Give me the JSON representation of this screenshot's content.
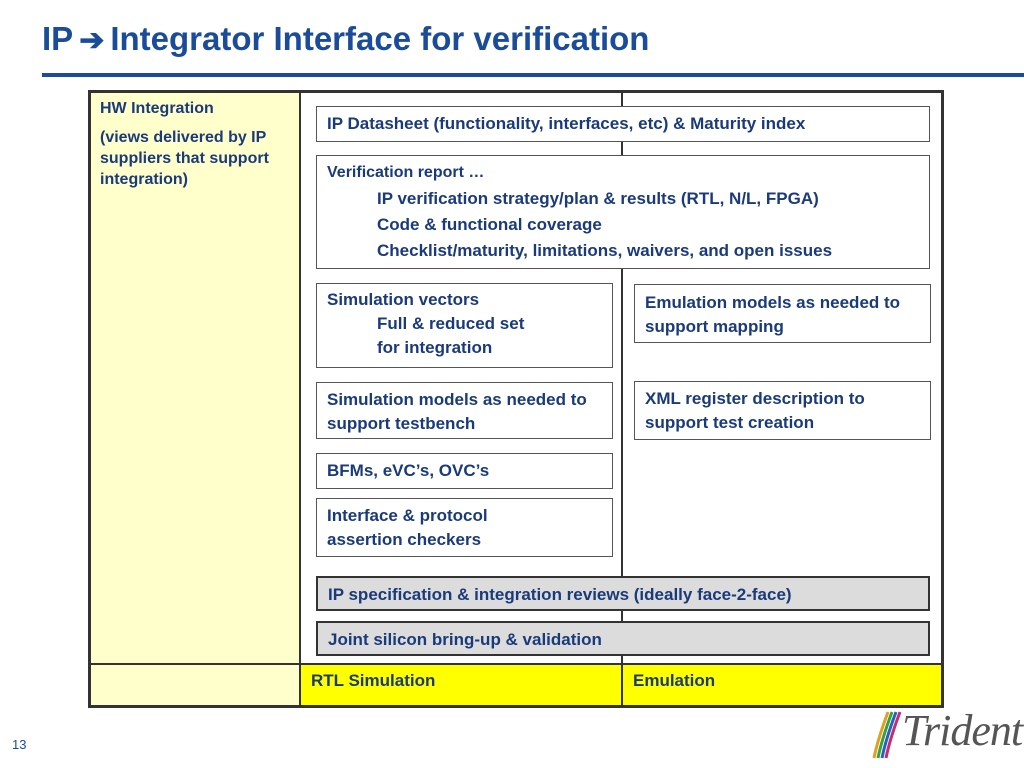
{
  "slide": {
    "title_left": "IP",
    "title_right": "Integrator Interface for verification",
    "page_number": "13"
  },
  "left_column": {
    "heading": "HW Integration",
    "description": "(views delivered by IP suppliers that support integration)"
  },
  "boxes": {
    "datasheet": "IP Datasheet (functionality, interfaces, etc) & Maturity index",
    "verification_report": {
      "heading": "Verification report …",
      "items": [
        "IP verification strategy/plan & results (RTL, N/L, FPGA)",
        "Code & functional coverage",
        "Checklist/maturity, limitations,  waivers, and open issues"
      ]
    },
    "simulation_vectors": {
      "heading": "Simulation vectors",
      "items": [
        "Full & reduced set",
        "for integration"
      ]
    },
    "emulation_models": "Emulation models as needed to support mapping",
    "simulation_models": "Simulation models as needed to support testbench",
    "xml_register": "XML register description to support test creation",
    "bfms": "BFMs, eVC’s, OVC’s",
    "assertion_checkers": "Interface & protocol assertion checkers",
    "spec_reviews": "IP specification & integration reviews (ideally face-2-face)",
    "bringup": "Joint silicon bring-up & validation"
  },
  "footer": {
    "rtl_simulation": "RTL Simulation",
    "emulation": "Emulation"
  },
  "logo": {
    "text": "Trident"
  },
  "colors": {
    "title_blue": "#1a4c9a",
    "text_blue": "#1a3a7a",
    "pale_yellow": "#ffffcc",
    "yellow": "#ffff00",
    "gray_box": "#dcdcdc"
  }
}
